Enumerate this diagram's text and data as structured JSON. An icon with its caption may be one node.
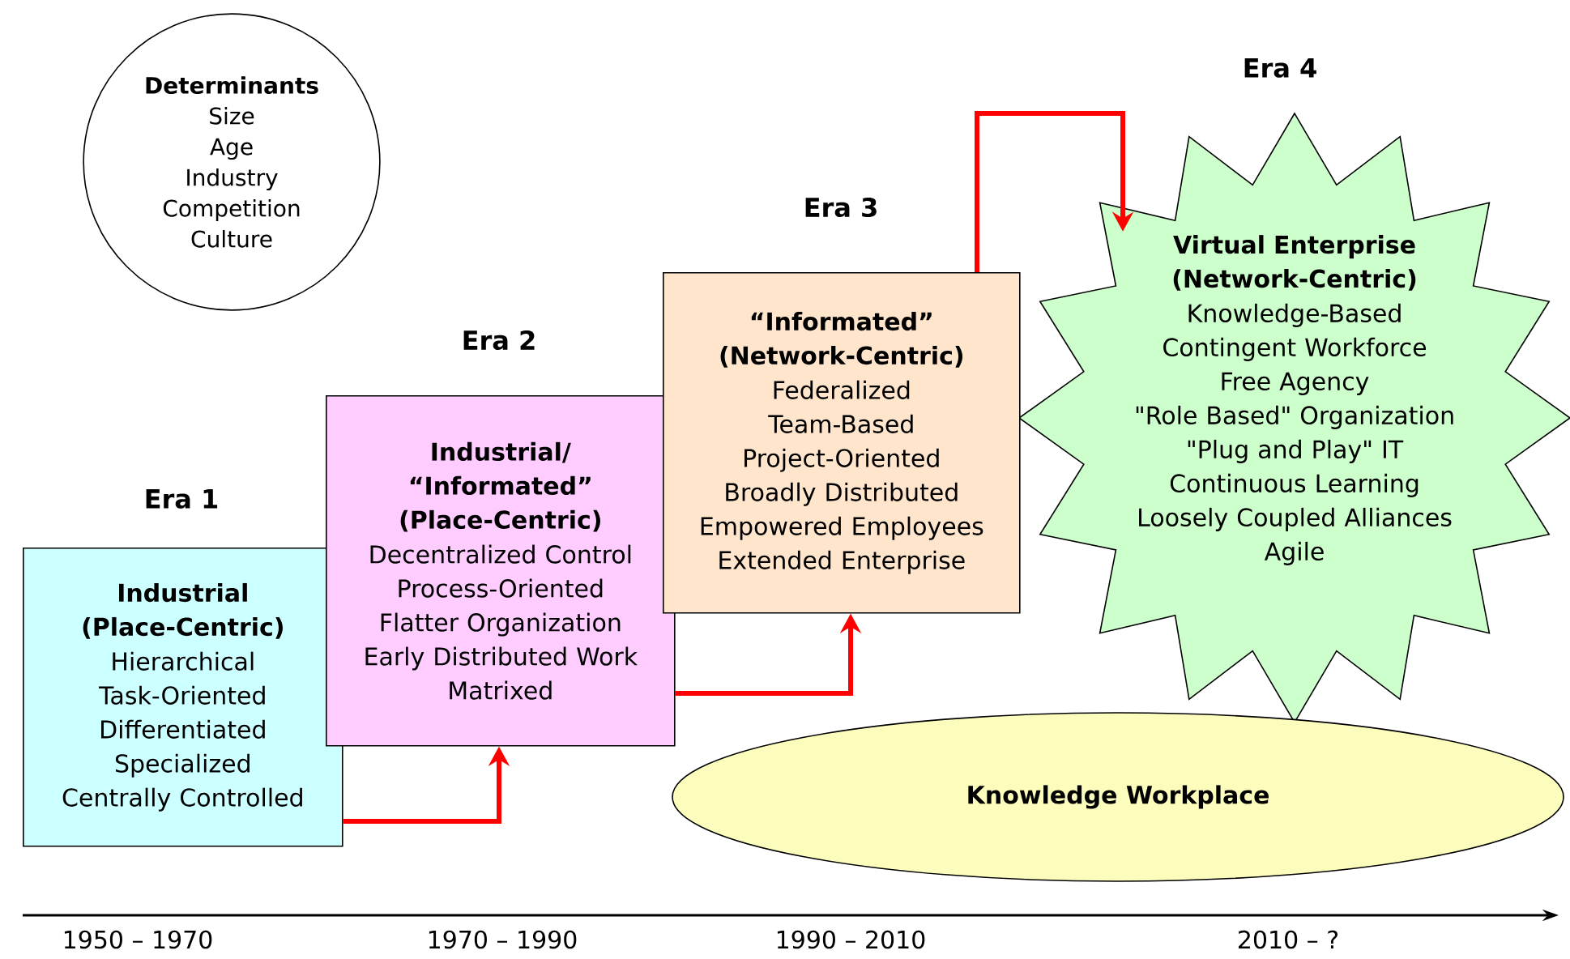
{
  "diagram": {
    "nodes": [
      {
        "text": [
          "Determinants",
          "Size",
          "Age",
          "Industry",
          "Competition",
          "Culture"
        ]
      },
      {
        "text": [
          "Industrial (Place-Centric)",
          "Hierarchical",
          "Task-Oriented",
          "Differentiated",
          "Specialized",
          "Centrally Controlled"
        ],
        "beside": [
          "Era 1"
        ]
      },
      {
        "text": [
          "Industrial/ “Informated” (Place-Centric)",
          "Decentralized Control",
          "Process-Oriented",
          "Flatter Organization",
          "Early Distributed Work",
          "Matrixed"
        ],
        "beside": [
          "Era 2"
        ]
      },
      {
        "text": [
          "“Informated” (Network-Centric)",
          "Federalized",
          "Team-Based",
          "Project-Oriented",
          "Broadly Distributed",
          "Empowered Employees",
          "Extended Enterprise"
        ],
        "beside": [
          "Era 3"
        ]
      },
      {
        "text": [
          "Virtual Enterprise (Network-Centric)",
          "Knowledge-Based",
          "Contingent Workforce",
          "Free Agency",
          "\"Role Based\" Organization",
          "\"Plug and Play\" IT",
          "Continuous Learning",
          "Loosely Coupled Alliances",
          "Agile"
        ],
        "beside": [
          "Era 4"
        ]
      },
      {
        "text": [
          "Knowledge Workplace"
        ]
      }
    ],
    "edges": [
      {
        "from": 1,
        "to": 2,
        "arrow": "to"
      },
      {
        "from": 2,
        "to": 3,
        "arrow": "to"
      },
      {
        "from": 3,
        "to": 4,
        "arrow": "to"
      }
    ],
    "labels": [
      "1950 – 1970",
      "1970 – 1990",
      "1990 – 2010",
      "2010 – ?"
    ]
  }
}
